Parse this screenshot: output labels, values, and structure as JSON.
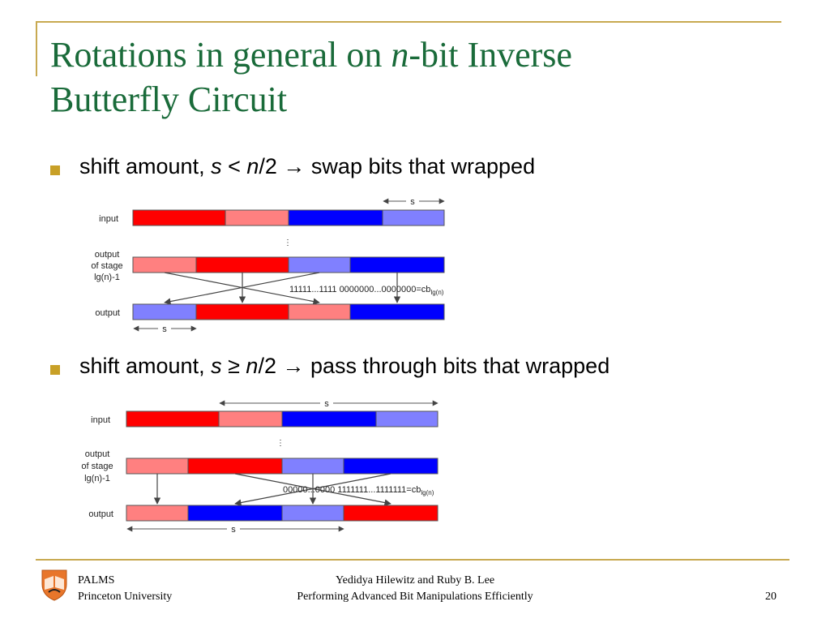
{
  "slide": {
    "title_part1": "Rotations in general on ",
    "title_italic": "n",
    "title_part2": "-bit Inverse",
    "title_line2": "Butterfly Circuit"
  },
  "bullets": [
    {
      "prefix": "shift amount, ",
      "s": "s",
      "op": " < ",
      "n": "n",
      "rest": "/2 → swap bits that wrapped"
    },
    {
      "prefix": "shift amount, ",
      "s": "s",
      "op": " ≥ ",
      "n": "n",
      "rest": "/2 → pass through bits that wrapped"
    }
  ],
  "diagram_labels": {
    "input": "input",
    "output_stage_1": "output",
    "output_stage_2": "of stage",
    "output_stage_3": "lg(n)-1",
    "output": "output",
    "s": "s",
    "dots": "⋮"
  },
  "diagram1": {
    "cb_text": "11111...1111 0000000...0000000=cb",
    "cb_sub": "lg(n)"
  },
  "diagram2": {
    "cb_text": "00000...0000 1111111...1111111=cb",
    "cb_sub": "lg(n)"
  },
  "colors": {
    "red": "#ff0000",
    "pink": "#ff8080",
    "blue": "#0000ff",
    "light_blue": "#8080ff",
    "title_green": "#1a6b3a",
    "gold": "#c8a951"
  },
  "footer": {
    "org_line1": "PALMS",
    "org_line2": "Princeton University",
    "authors": "Yedidya Hilewitz and Ruby B. Lee",
    "paper": "Performing Advanced Bit Manipulations Efficiently",
    "page": "20"
  },
  "icons": {
    "logo": "princeton-shield-icon",
    "bullet": "square-bullet-icon"
  }
}
